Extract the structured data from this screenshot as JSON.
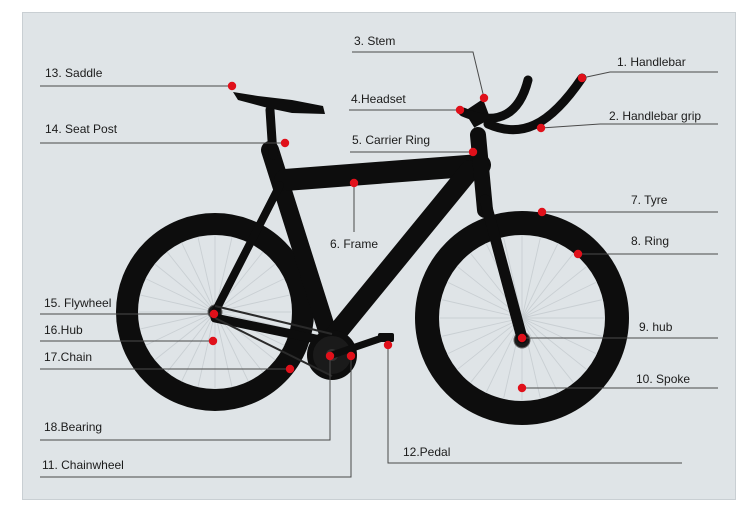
{
  "colors": {
    "background": "#dfe4e7",
    "bike": "#0d0d0d",
    "spoke": "#c9cfd3",
    "marker": "#e0101a",
    "leader": "#4a4a4a"
  },
  "labels": [
    {
      "id": "handlebar",
      "text": "1. Handlebar"
    },
    {
      "id": "handlebar-grip",
      "text": "2. Handlebar grip"
    },
    {
      "id": "stem",
      "text": "3. Stem"
    },
    {
      "id": "headset",
      "text": "4.Headset"
    },
    {
      "id": "carrier-ring",
      "text": "5. Carrier Ring"
    },
    {
      "id": "frame",
      "text": "6. Frame"
    },
    {
      "id": "tyre",
      "text": "7. Tyre"
    },
    {
      "id": "ring",
      "text": "8. Ring"
    },
    {
      "id": "hub-front",
      "text": "9. hub"
    },
    {
      "id": "spoke",
      "text": "10. Spoke"
    },
    {
      "id": "chainwheel",
      "text": "11. Chainwheel"
    },
    {
      "id": "pedal",
      "text": "12.Pedal"
    },
    {
      "id": "saddle",
      "text": "13. Saddle"
    },
    {
      "id": "seat-post",
      "text": "14. Seat Post"
    },
    {
      "id": "flywheel",
      "text": "15. Flywheel"
    },
    {
      "id": "hub-rear",
      "text": "16.Hub"
    },
    {
      "id": "chain",
      "text": "17.Chain"
    },
    {
      "id": "bearing",
      "text": "18.Bearing"
    }
  ]
}
